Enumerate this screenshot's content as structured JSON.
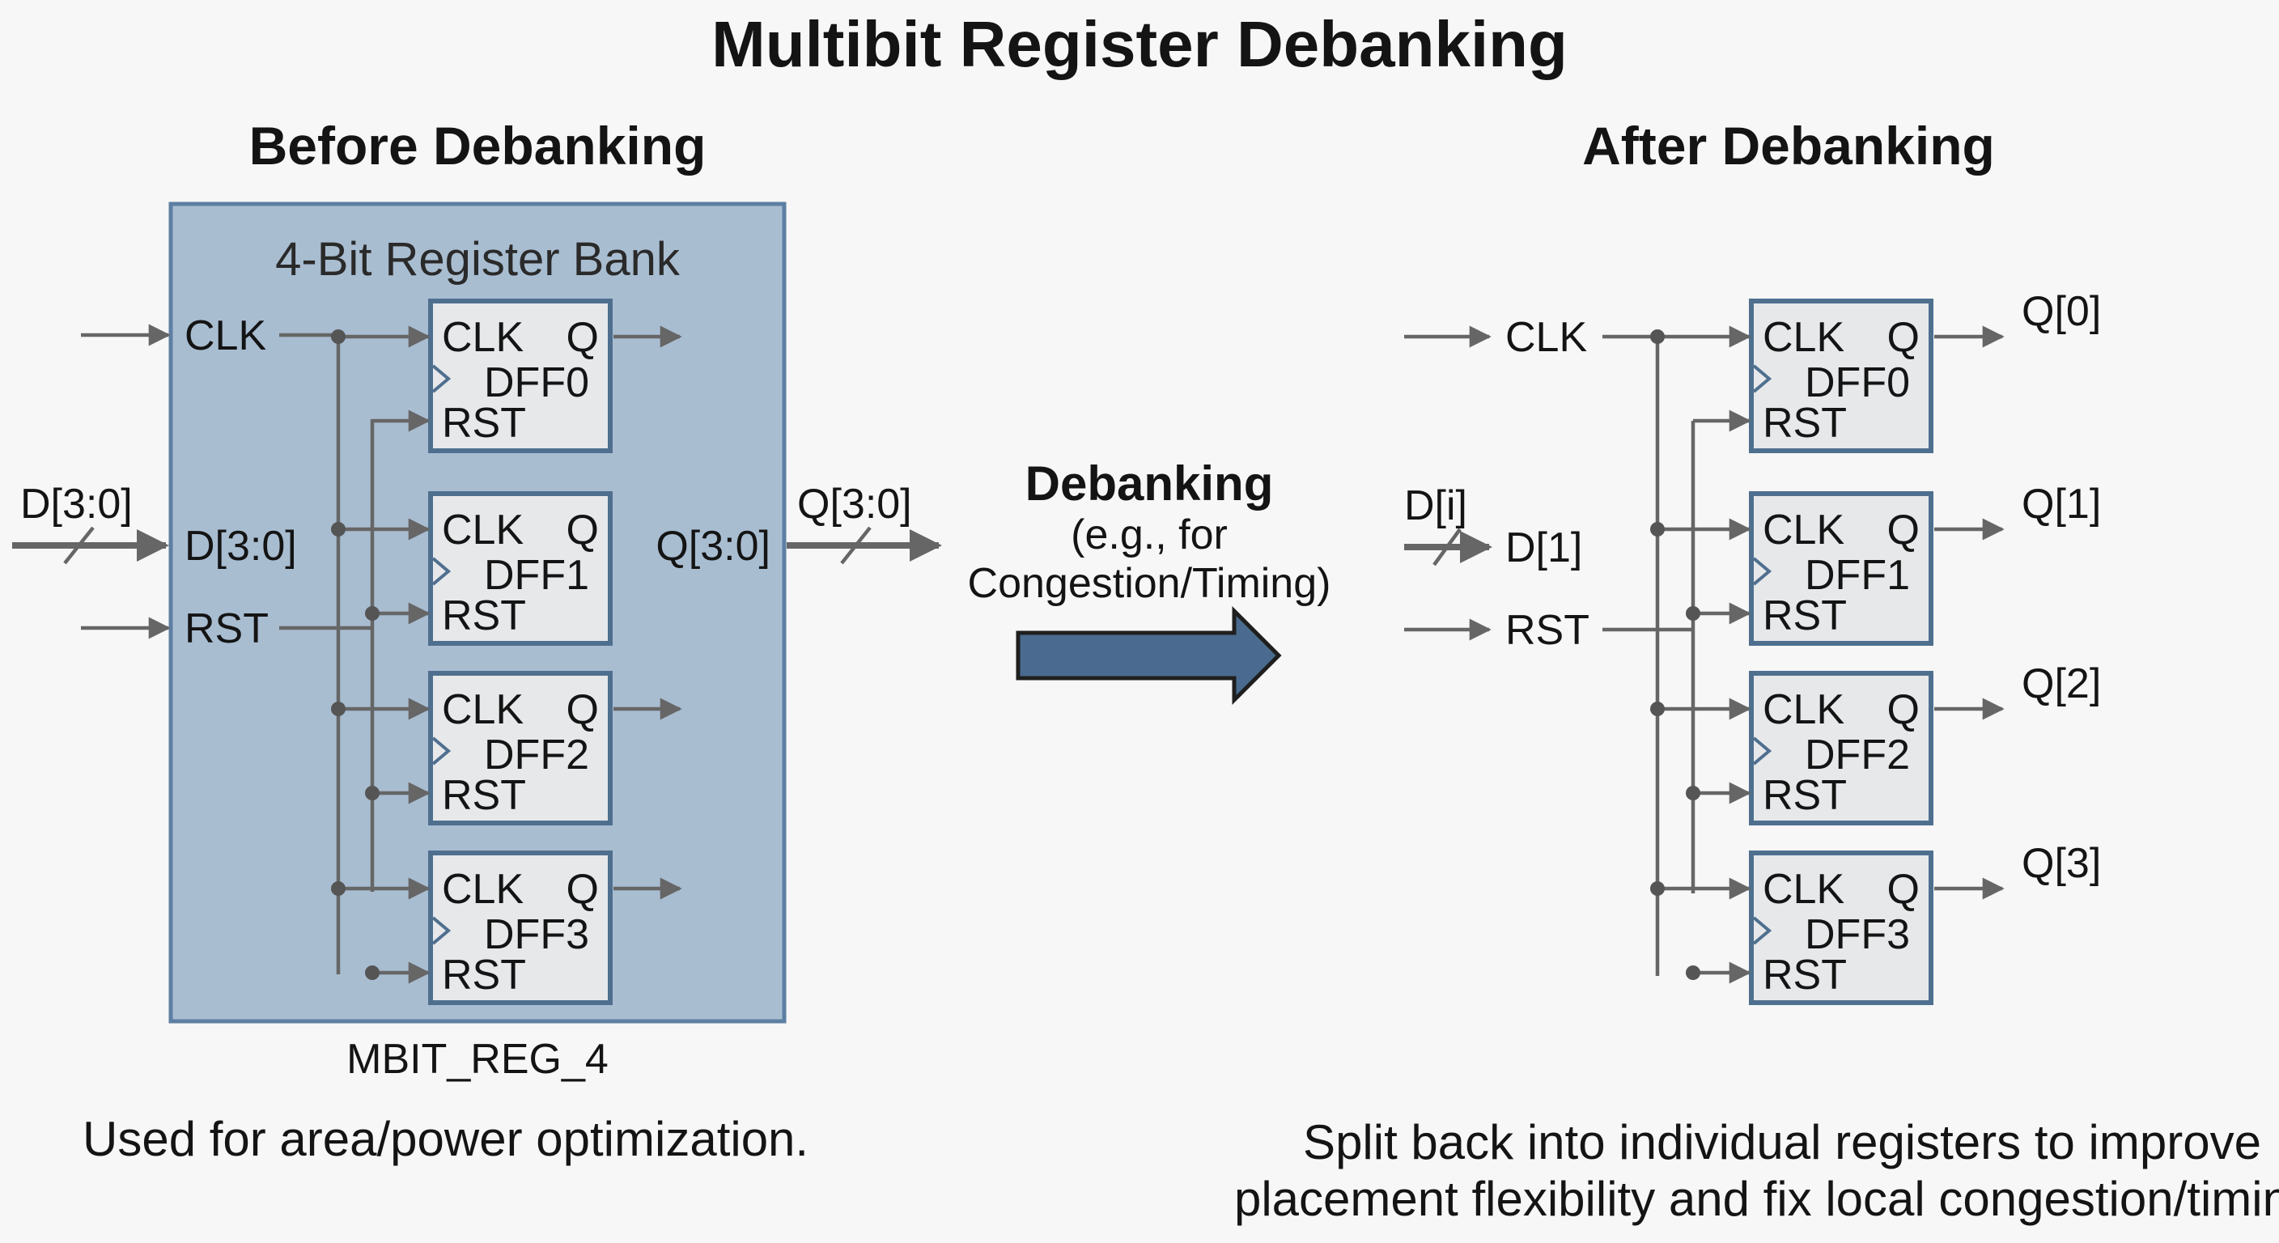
{
  "title": "Multibit Register Debanking",
  "before": {
    "heading": "Before Debanking",
    "bank_label": "4-Bit Register Bank",
    "inputs": {
      "clk": "CLK",
      "d_bus_outer": "D[3:0]",
      "d_bus_inner": "D[3:0]",
      "rst": "RST"
    },
    "output_inner": "Q[3:0]",
    "output_outer": "Q[3:0]",
    "cell_name": "MBIT_REG_4",
    "caption": "Used for area/power optimization."
  },
  "after": {
    "heading": "After Debanking",
    "inputs": {
      "clk": "CLK",
      "d_outer": "D[i]",
      "d_inner": "D[1]",
      "rst": "RST"
    },
    "outputs": [
      "Q[0]",
      "Q[1]",
      "Q[2]",
      "Q[3]"
    ],
    "caption_line1": "Split back into individual registers to improve",
    "caption_line2": "placement flexibility and fix local congestion/timing."
  },
  "transform": {
    "label": "Debanking",
    "sub1": "(e.g., for",
    "sub2": "Congestion/Timing)"
  },
  "dff": {
    "names": [
      "DFF0",
      "DFF1",
      "DFF2",
      "DFF3"
    ],
    "clk_pin": "CLK",
    "q_pin": "Q",
    "rst_pin": "RST"
  },
  "colors": {
    "bank_fill": "#a9bdd1",
    "bank_border": "#5c7fa2",
    "dff_fill": "#e6e8ea",
    "dff_border": "#4f6f8f",
    "arrow_fill": "#4a6b8f",
    "wire": "#666666"
  }
}
